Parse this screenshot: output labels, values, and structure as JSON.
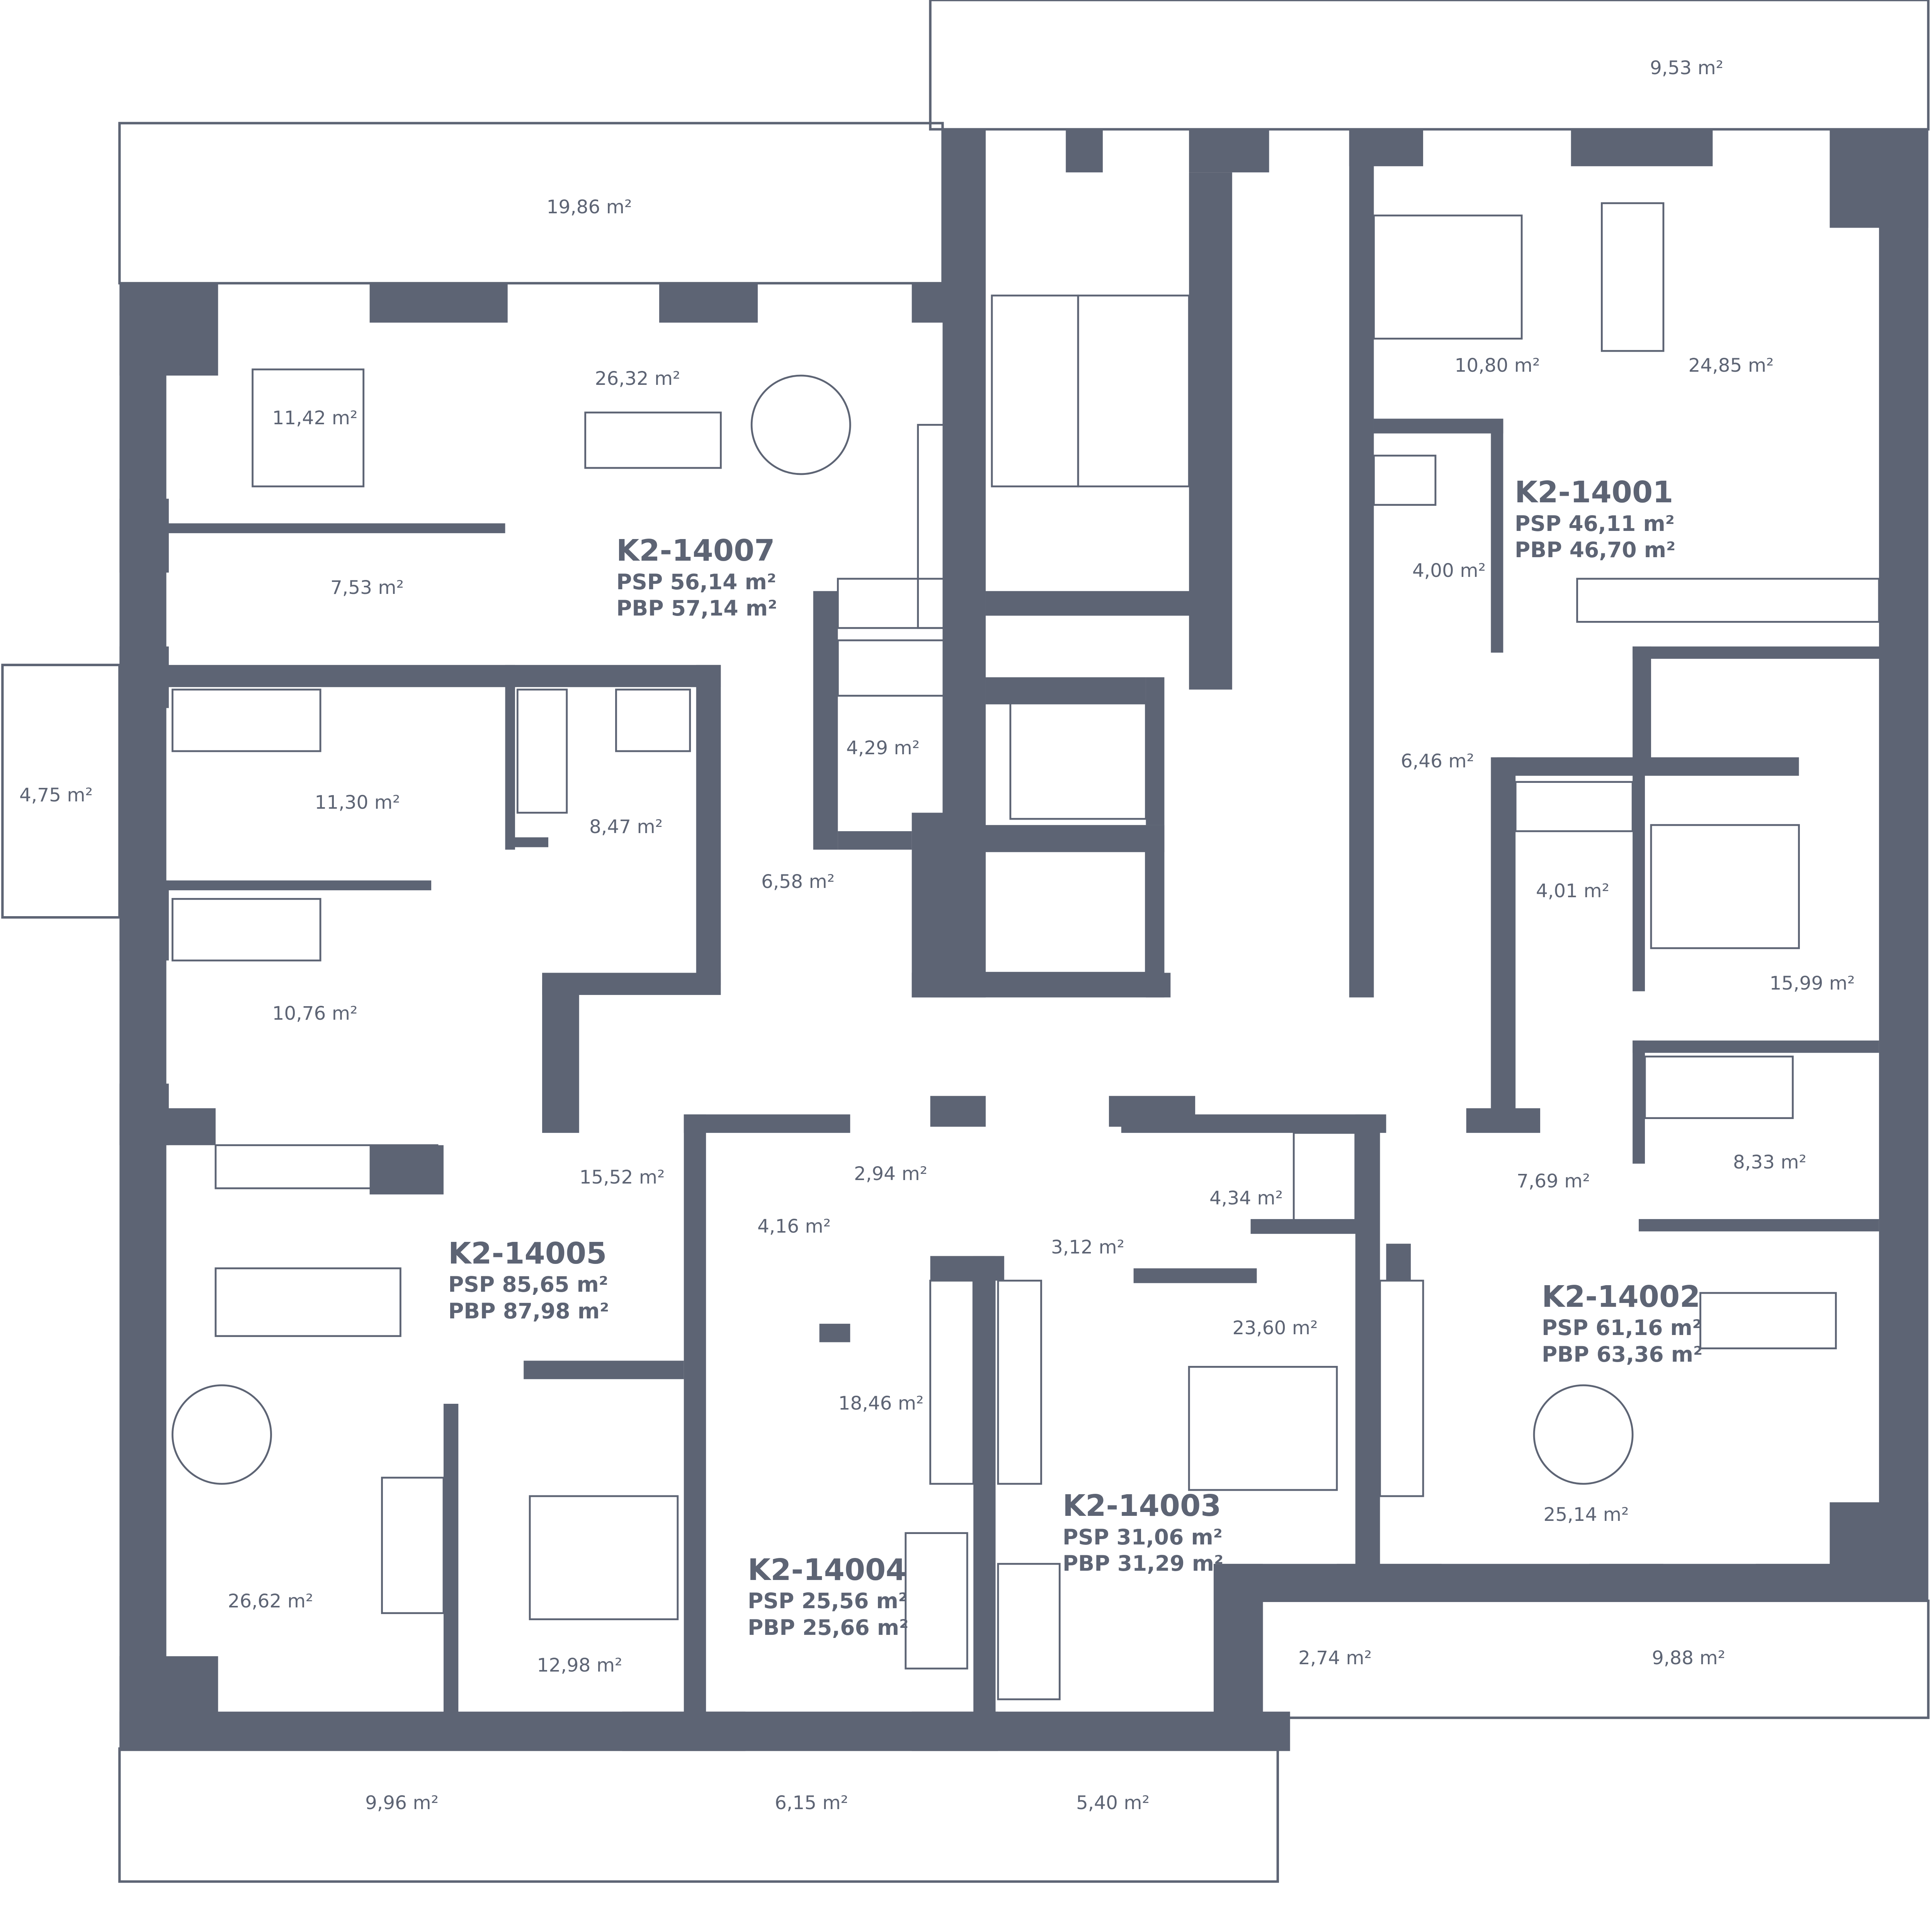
{
  "colors": {
    "wall": "#5d6474",
    "line": "#5d6474",
    "background": "#ffffff"
  },
  "units": [
    {
      "code": "K2-14007",
      "psp": "PSP 56,14 m²",
      "pbp": "PBP 57,14 m²"
    },
    {
      "code": "K2-14001",
      "psp": "PSP 46,11 m²",
      "pbp": "PBP 46,70 m²"
    },
    {
      "code": "K2-14005",
      "psp": "PSP 85,65 m²",
      "pbp": "PBP 87,98 m²"
    },
    {
      "code": "K2-14002",
      "psp": "PSP 61,16 m²",
      "pbp": "PBP 63,36 m²"
    },
    {
      "code": "K2-14003",
      "psp": "PSP 31,06 m²",
      "pbp": "PBP 31,29 m²"
    },
    {
      "code": "K2-14004",
      "psp": "PSP 25,56 m²",
      "pbp": "PBP 25,66 m²"
    }
  ],
  "rooms": [
    "19,86 m²",
    "9,53 m²",
    "11,42 m²",
    "26,32 m²",
    "7,53 m²",
    "10,80 m²",
    "24,85 m²",
    "4,00 m²",
    "4,75 m²",
    "11,30 m²",
    "8,47 m²",
    "4,29 m²",
    "6,58 m²",
    "6,46 m²",
    "4,01 m²",
    "15,99 m²",
    "10,76 m²",
    "15,52 m²",
    "2,94 m²",
    "4,16 m²",
    "3,12 m²",
    "4,34 m²",
    "7,69 m²",
    "8,33 m²",
    "23,60 m²",
    "18,46 m²",
    "25,14 m²",
    "26,62 m²",
    "12,98 m²",
    "2,74 m²",
    "9,88 m²",
    "9,96 m²",
    "6,15 m²",
    "5,40 m²"
  ]
}
